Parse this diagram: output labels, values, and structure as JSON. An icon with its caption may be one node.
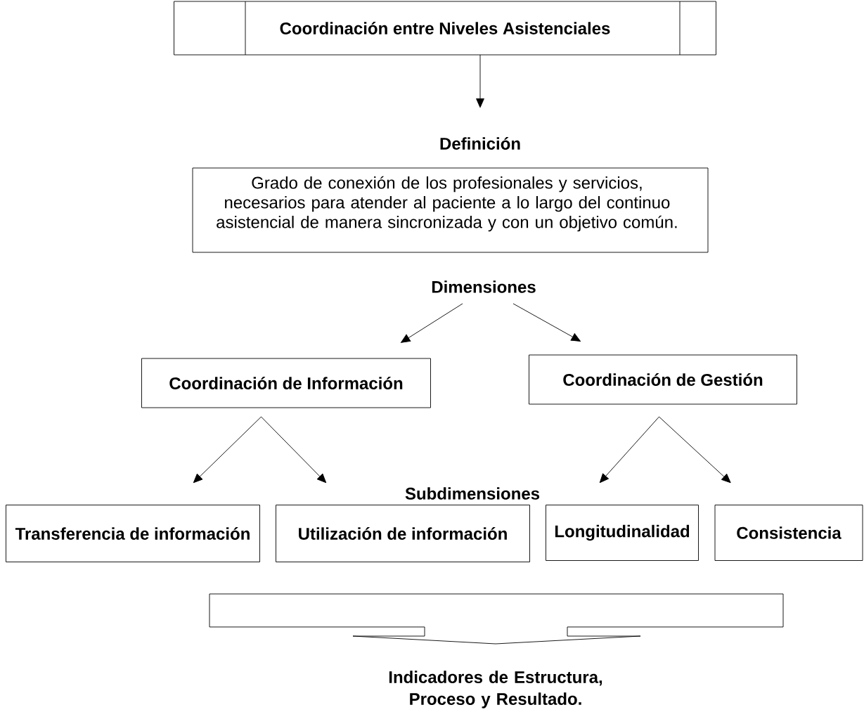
{
  "diagram": {
    "nodes": [
      {
        "text": [
          "Coordinación entre Niveles Asistenciales"
        ]
      },
      {
        "text": [
          "Definición",
          "Grado de conexión de los profesionales y servicios, necesarios para atender al paciente a lo largo del continuo asistencial de manera sincronizada y con un objetivo común."
        ]
      },
      {
        "text": [
          "Dimensiones"
        ]
      },
      {
        "text": [
          "Coordinación de Información"
        ]
      },
      {
        "text": [
          "Coordinación de Gestión"
        ]
      },
      {
        "text": [
          "Transferencia de información"
        ]
      },
      {
        "text": [
          "Utilización de  información"
        ]
      },
      {
        "text": [
          "Longitudinalidad"
        ]
      },
      {
        "text": [
          "Consistencia"
        ]
      },
      {
        "text": [],
        "shape": "box",
        "beside": [
          "Indicadores de Estructura, Proceso y Resultado."
        ]
      }
    ],
    "edges": [
      {
        "from": 0,
        "to": 1,
        "arrow": "to"
      },
      {
        "from": 2,
        "to": 3,
        "arrow": "to"
      },
      {
        "from": 2,
        "to": 4,
        "arrow": "to"
      },
      {
        "from": 3,
        "to": 5,
        "arrow": "to"
      },
      {
        "from": 3,
        "to": 6,
        "arrow": "to"
      },
      {
        "from": 4,
        "to": 7,
        "arrow": "to"
      },
      {
        "from": 4,
        "to": 8,
        "arrow": "to"
      }
    ],
    "labels": [
      "Subdimensiones"
    ]
  }
}
